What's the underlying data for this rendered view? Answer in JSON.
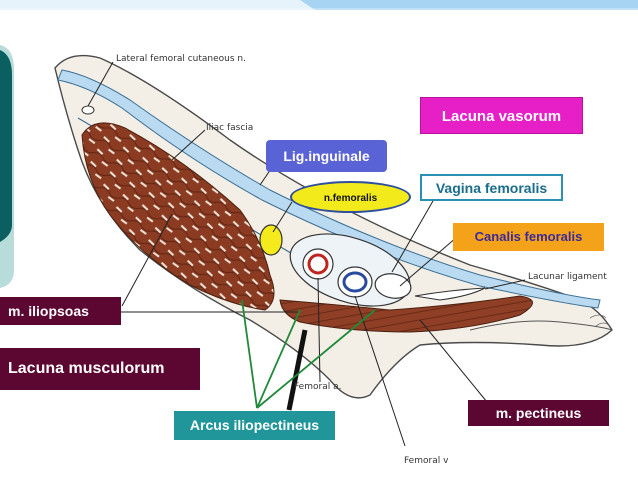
{
  "slide": {
    "palette": {
      "accent_top": "#a7d4f2",
      "side_panel_dark": "#0c5f60",
      "side_panel_light": "#b7dcd9"
    }
  },
  "diagram": {
    "printed_labels": {
      "lateral_femoral_cutaneous": "Lateral femoral cutaneous n.",
      "iliac_fascia": "Iliac fascia",
      "lacunar_ligament": "Lacunar ligament",
      "femoral_a": "Femoral a.",
      "femoral_v": "Femoral v"
    },
    "overlay_labels": {
      "lacuna_vasorum": "Lacuna vasorum",
      "lig_inguinale": "Lig.inguinale",
      "n_femoralis": "n.femoralis",
      "vagina_femoralis": "Vagina femoralis",
      "canalis_femoralis": "Canalis femoralis",
      "m_iliopsoas": "m. iliopsoas",
      "lacuna_musculorum": "Lacuna musculorum",
      "arcus_iliopectineus": "Arcus iliopectineus",
      "m_pectineus": "m. pectineus"
    },
    "label_colors": {
      "lacuna_vasorum": "#e61fc7",
      "lig_inguinale": "#5a63d6",
      "n_femoralis": "#f2ea1a",
      "vagina_femoralis": "#2a8fb5",
      "canalis_femoralis": "#f5a21b",
      "dark_maroon": "#5c0732",
      "arcus_iliopectineus": "#20959a",
      "muscle": "#8b3b22",
      "fascia_blue": "#b9daf0"
    }
  }
}
